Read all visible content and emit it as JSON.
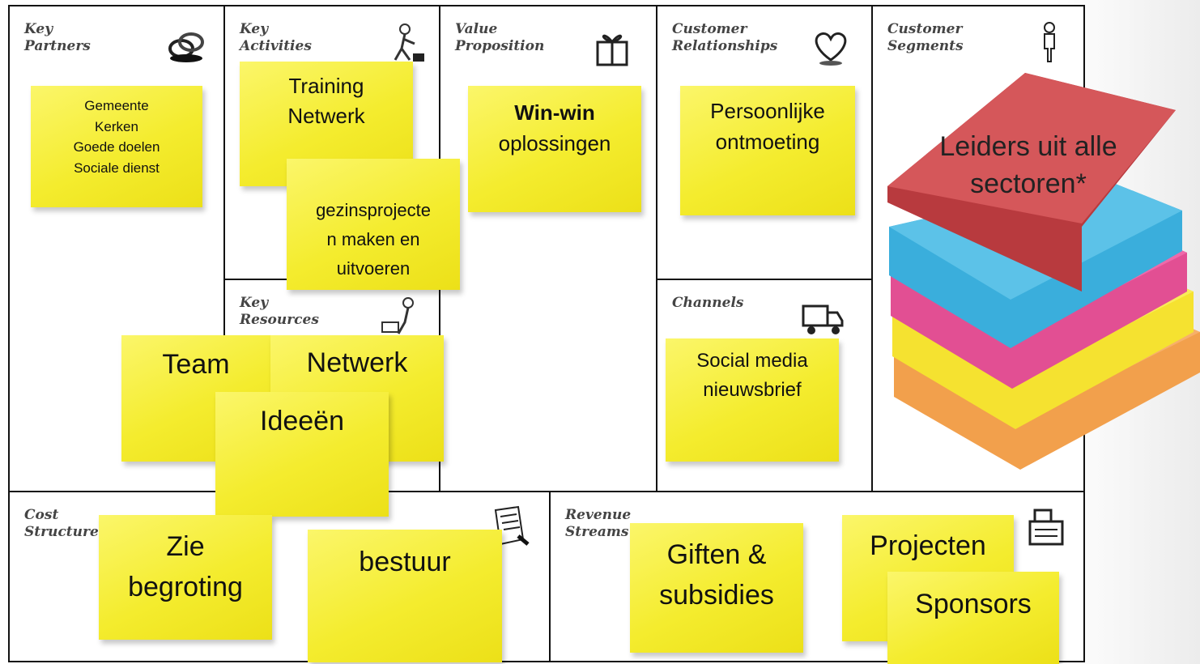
{
  "blocks": {
    "key_partners": "Key\nPartners",
    "key_activities": "Key\nActivities",
    "value_proposition": "Value\nProposition",
    "customer_relationships": "Customer\nRelationships",
    "customer_segments": "Customer\nSegments",
    "key_resources": "Key\nResources",
    "channels": "Channels",
    "cost_structure": "Cost\nStructure",
    "revenue_streams": "Revenue\nStreams"
  },
  "notes": {
    "partners": "Gemeente\nKerken\nGoede doelen\nSociale dienst",
    "training": "Training\nNetwerk",
    "gezins": "gezinsprojecte\nn maken en\nuitvoeren",
    "winwin_bold": "Win-win",
    "winwin_rest": "oplossingen",
    "persoonlijke": "Persoonlijke\nontmoeting",
    "leiders": "Leiders uit alle\nsectoren*",
    "team": "Team",
    "netwerk": "Netwerk",
    "ideeen": "Ideeën",
    "social": "Social media\nnieuwsbrief",
    "zie": "Zie\nbegroting",
    "bestuur": "bestuur",
    "giften": "Giften &\nsubsidies",
    "projecten": "Projecten",
    "sponsors": "Sponsors"
  },
  "icons": [
    "chain-icon",
    "worker-icon",
    "gift-icon",
    "heart-icon",
    "person-icon",
    "worker-cart-icon",
    "truck-icon",
    "receipt-icon",
    "cash-register-icon"
  ],
  "colors": {
    "sticky": "#f4ec2e",
    "stack_red": "#cf4a4c",
    "stack_blue": "#3fb2de",
    "stack_pink": "#e55a9a",
    "stack_yellow": "#f5e32e",
    "stack_orange": "#f39a3c"
  }
}
